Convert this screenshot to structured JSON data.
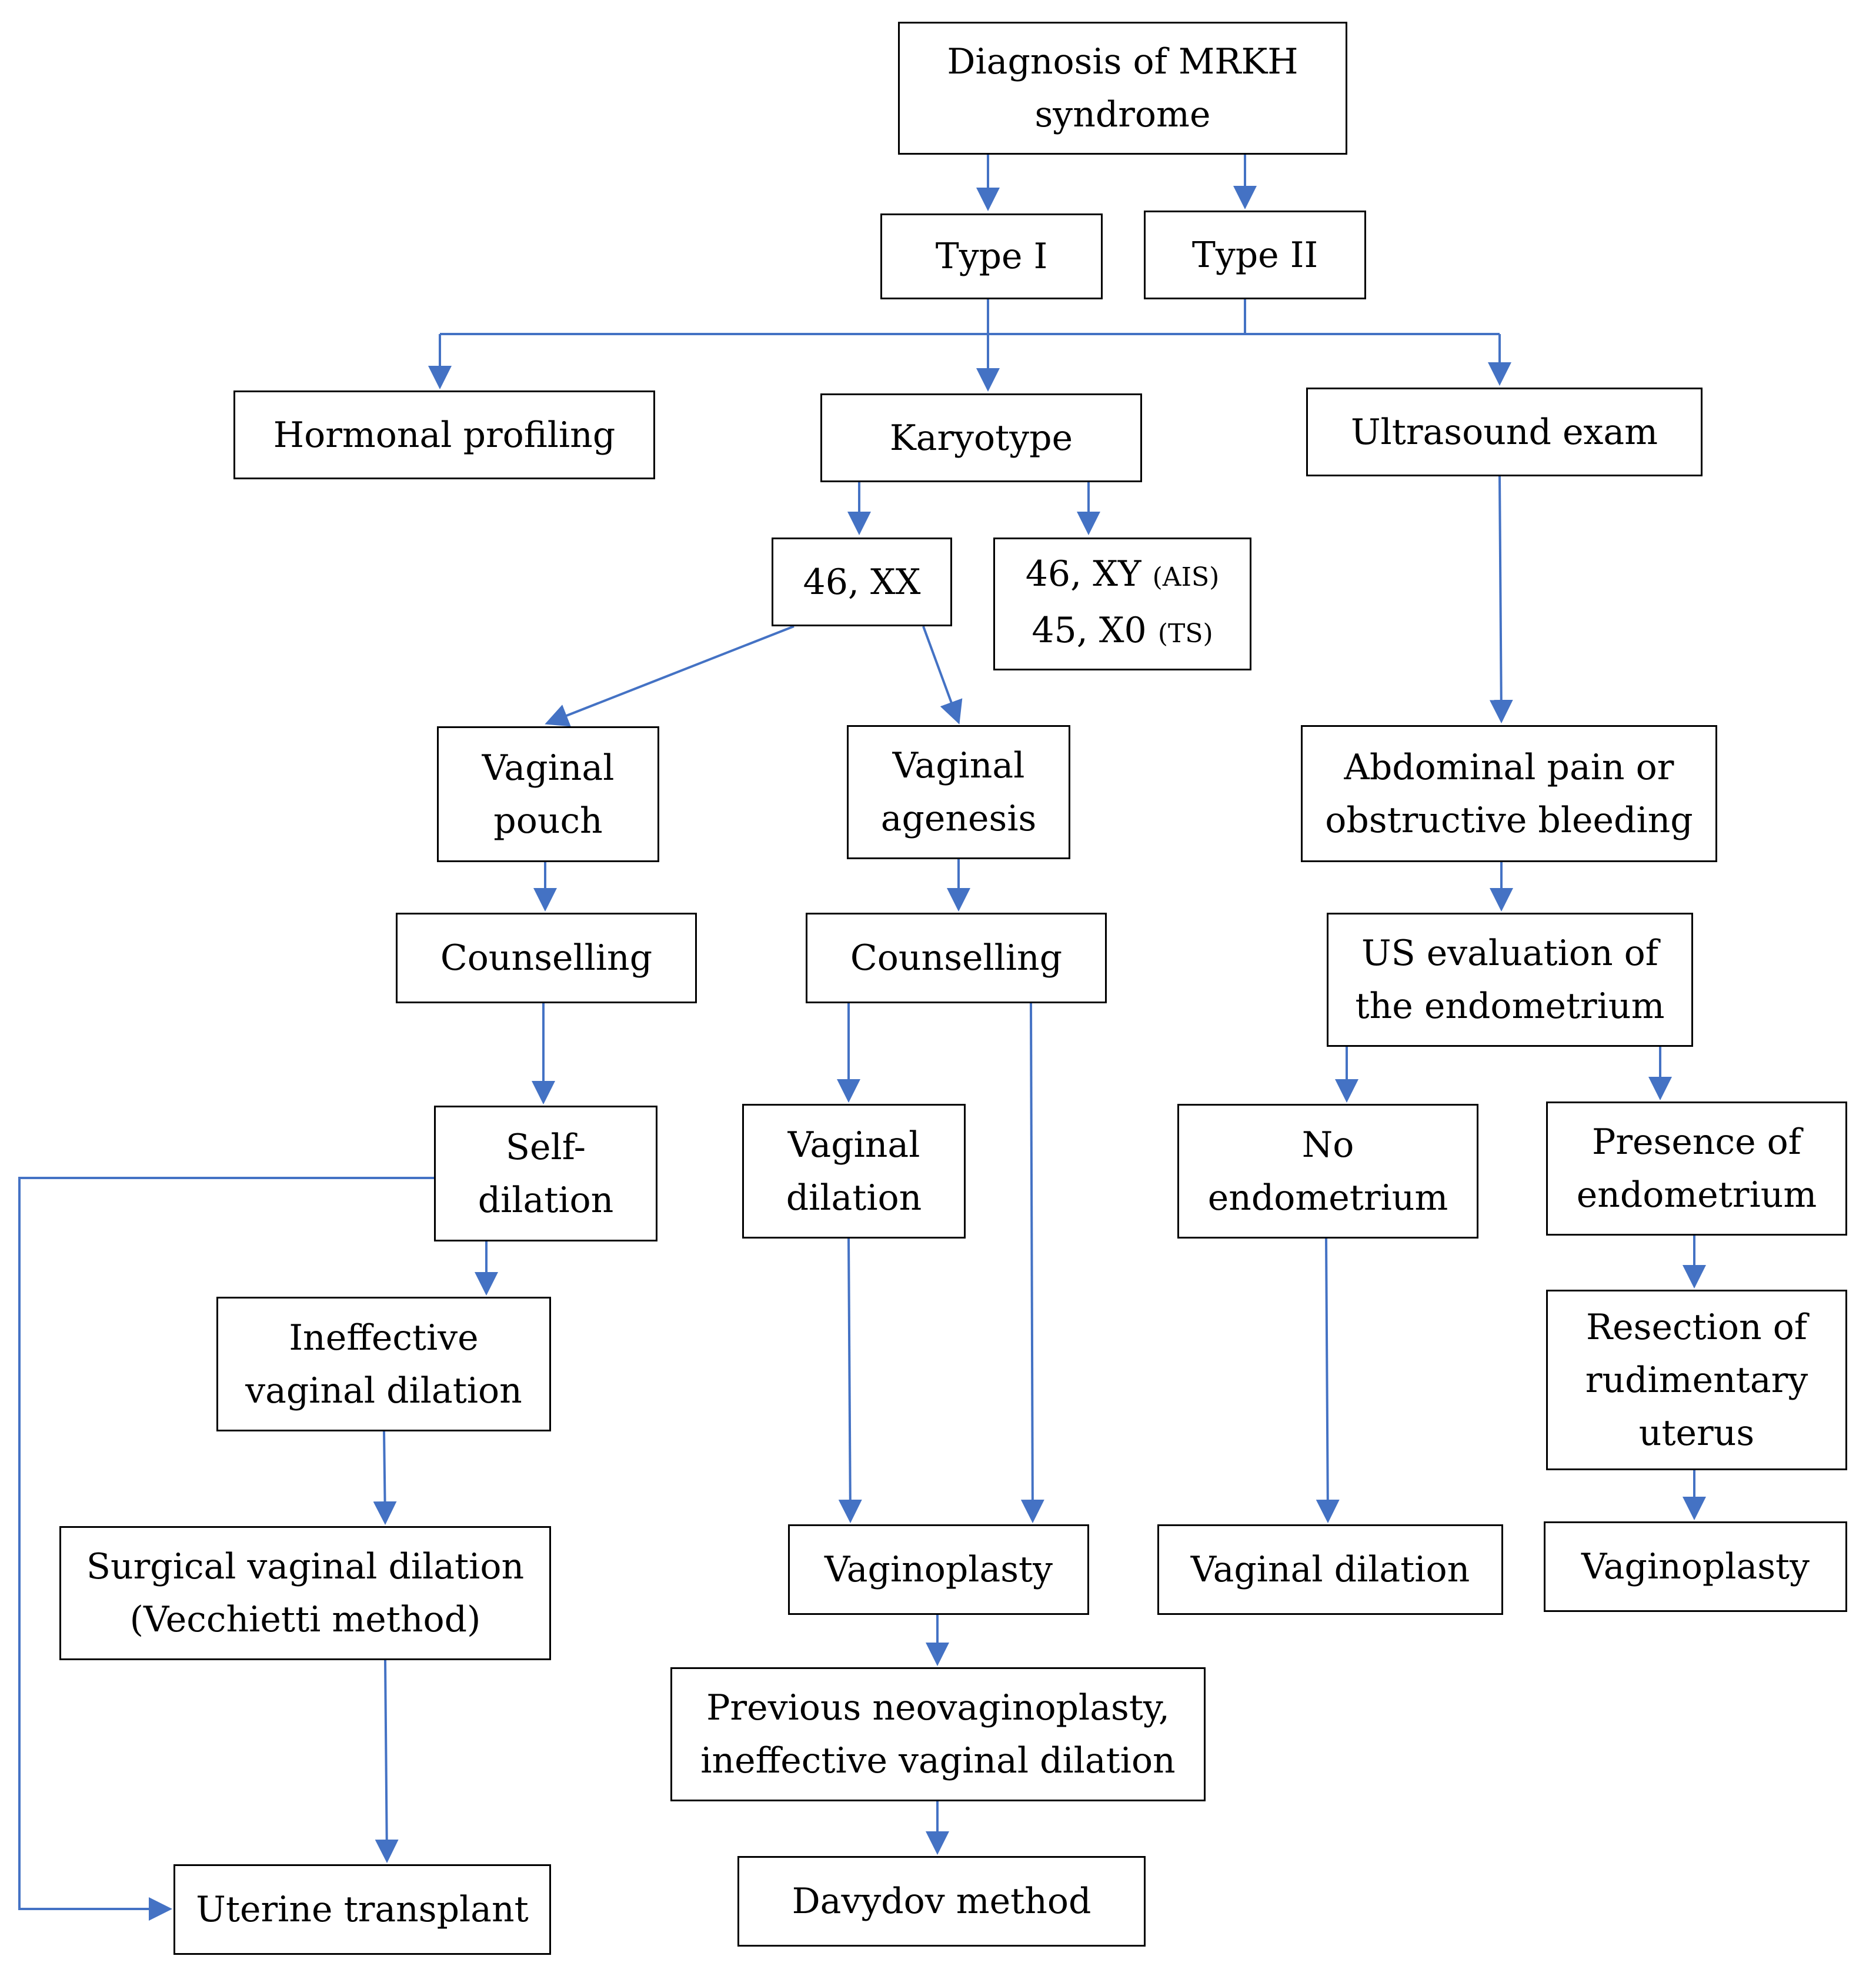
{
  "colors": {
    "edge": "#4472c4",
    "border": "#000000",
    "text": "#000000",
    "background": "#ffffff"
  },
  "nodes": {
    "diagnosis": {
      "lines": [
        "Diagnosis of MRKH",
        "syndrome"
      ]
    },
    "type1": {
      "lines": [
        "Type I"
      ]
    },
    "type2": {
      "lines": [
        "Type II"
      ]
    },
    "hormonal": {
      "lines": [
        "Hormonal profiling"
      ]
    },
    "karyotype": {
      "lines": [
        "Karyotype"
      ]
    },
    "ultrasound": {
      "lines": [
        "Ultrasound exam"
      ]
    },
    "xx": {
      "lines": [
        "46, XX"
      ]
    },
    "xy": {
      "line1_main": "46, XY",
      "line1_note": "(AIS)",
      "line2_main": "45, X0",
      "line2_note": "(TS)"
    },
    "vaginal_pouch": {
      "lines": [
        "Vaginal",
        "pouch"
      ]
    },
    "vaginal_agenesis": {
      "lines": [
        "Vaginal",
        "agenesis"
      ]
    },
    "abdominal_pain": {
      "lines": [
        "Abdominal pain or",
        "obstructive bleeding"
      ]
    },
    "counselling_left": {
      "lines": [
        "Counselling"
      ]
    },
    "counselling_mid": {
      "lines": [
        "Counselling"
      ]
    },
    "us_eval": {
      "lines": [
        "US evaluation of",
        "the endometrium"
      ]
    },
    "self_dilation": {
      "lines": [
        "Self-",
        "dilation"
      ]
    },
    "vaginal_dilation_mid": {
      "lines": [
        "Vaginal",
        "dilation"
      ]
    },
    "no_endometrium": {
      "lines": [
        "No",
        "endometrium"
      ]
    },
    "presence_endometrium": {
      "lines": [
        "Presence of",
        "endometrium"
      ]
    },
    "ineffective": {
      "lines": [
        "Ineffective",
        "vaginal dilation"
      ]
    },
    "resection": {
      "lines": [
        "Resection of",
        "rudimentary",
        "uterus"
      ]
    },
    "surgical": {
      "lines": [
        "Surgical vaginal dilation",
        "(Vecchietti method)"
      ]
    },
    "vaginoplasty_mid": {
      "lines": [
        "Vaginoplasty"
      ]
    },
    "vaginal_dilation_right": {
      "lines": [
        "Vaginal dilation"
      ]
    },
    "vaginoplasty_right": {
      "lines": [
        "Vaginoplasty"
      ]
    },
    "previous": {
      "lines": [
        "Previous neovaginoplasty,",
        "ineffective vaginal dilation"
      ]
    },
    "uterine": {
      "lines": [
        "Uterine transplant"
      ]
    },
    "davydov": {
      "lines": [
        "Davydov method"
      ]
    }
  }
}
